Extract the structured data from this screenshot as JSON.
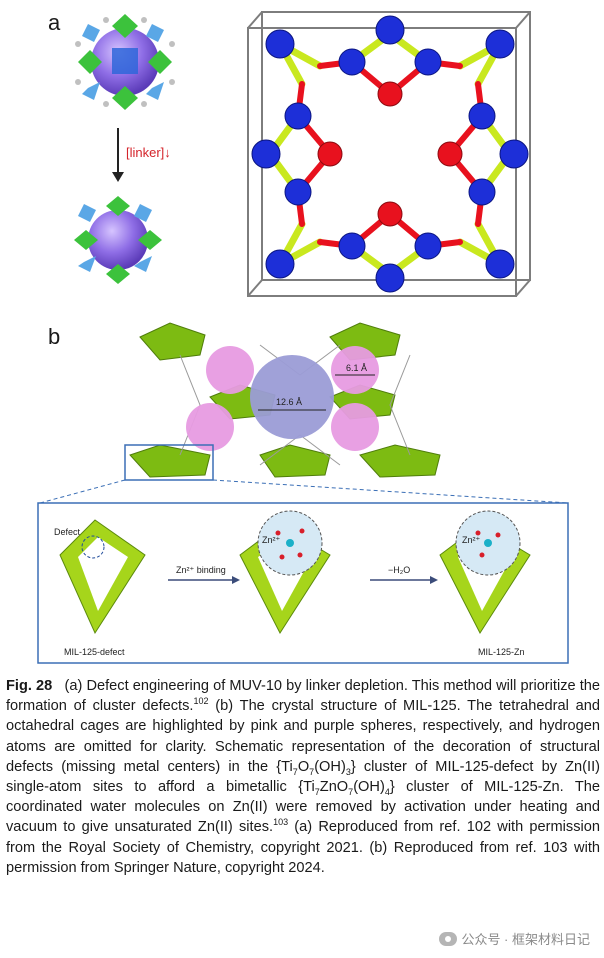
{
  "panel_a": {
    "letter": "a",
    "arrow_label": "[linker]↓"
  },
  "panel_b": {
    "letter": "b",
    "distance_small": "6.1 Å",
    "distance_large": "12.6 Å",
    "defect_label": "Defect",
    "zn_label_1": "Zn²⁺",
    "zn_label_2": "Zn²⁺",
    "step1_label": "Zn²⁺ binding",
    "step2_label": "−H₂O",
    "left_caption": "MIL-125-defect",
    "right_caption": "MIL-125-Zn"
  },
  "caption": {
    "label": "Fig. 28",
    "text": "(a) Defect engineering of MUV-10 by linker depletion. This method will prioritize the formation of cluster defects.",
    "ref1": "102",
    "text2": "(b) The crystal structure of MIL-125. The tetrahedral and octahedral cages are highlighted by pink and purple spheres, respectively, and hydrogen atoms are omitted for clarity. Schematic representation of the decoration of structural defects (missing metal centers) in the {Ti",
    "sub1": "7",
    "t3": "O",
    "sub2": "7",
    "t4": "(OH)",
    "sub3": "3",
    "t5": "} cluster of MIL-125-defect by Zn(II) single-atom sites to afford a bimetallic {Ti",
    "sub4": "7",
    "t6": "ZnO",
    "sub5": "7",
    "t7": "(OH)",
    "sub6": "4",
    "t8": "} cluster of MIL-125-Zn. The coordinated water molecules on Zn(II) were removed by activation under heating and vacuum to give unsaturated Zn(II) sites.",
    "ref2": "103",
    "t9": "(a) Reproduced from ref. 102 with permission from the Royal Society of Chemistry, copyright 2021. (b) Reproduced from ref. 103 with permission from Springer Nature, copyright 2024."
  },
  "watermark": "公众号 · 框架材料日记",
  "colors": {
    "blue_node": "#1d2fd8",
    "red_node": "#e8111e",
    "linker_green": "#c9e81f",
    "poly_green": "#7dbb12",
    "pink_sphere": "#e79be1",
    "purple_sphere": "#9b9cd6",
    "inset_border": "#3b6fb6"
  }
}
